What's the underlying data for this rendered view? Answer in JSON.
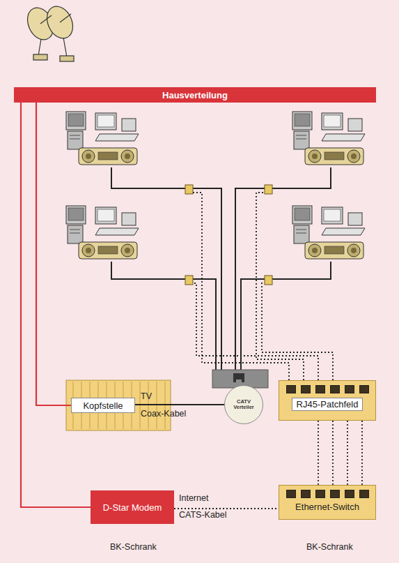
{
  "diagram": {
    "nodes": [
      {
        "text": [
          "Hausverteilung"
        ]
      },
      {
        "text": [
          "Kopfstelle"
        ]
      },
      {
        "text": [
          "CATV Verteiler"
        ]
      },
      {
        "text": [
          "RJ45-Patchfeld"
        ]
      },
      {
        "text": [
          "D-Star Modem"
        ]
      },
      {
        "text": [
          "Ethernet-Switch"
        ]
      }
    ],
    "edges": [
      {
        "from": 0,
        "to": 1,
        "arrow": "none"
      },
      {
        "from": 0,
        "to": 4,
        "arrow": "none"
      },
      {
        "from": 1,
        "to": 2,
        "arrow": "none"
      },
      {
        "from": 4,
        "to": 5,
        "arrow": "none"
      },
      {
        "from": 3,
        "to": 5,
        "arrow": "none"
      },
      {
        "from": 3,
        "to": 5,
        "arrow": "none"
      },
      {
        "from": 3,
        "to": 5,
        "arrow": "none"
      },
      {
        "from": 3,
        "to": 5,
        "arrow": "none"
      }
    ],
    "labels": [
      "TV",
      "Coax-Kabel",
      "Internet",
      "CATS-Kabel",
      "BK-Schrank",
      "BK-Schrank"
    ]
  }
}
